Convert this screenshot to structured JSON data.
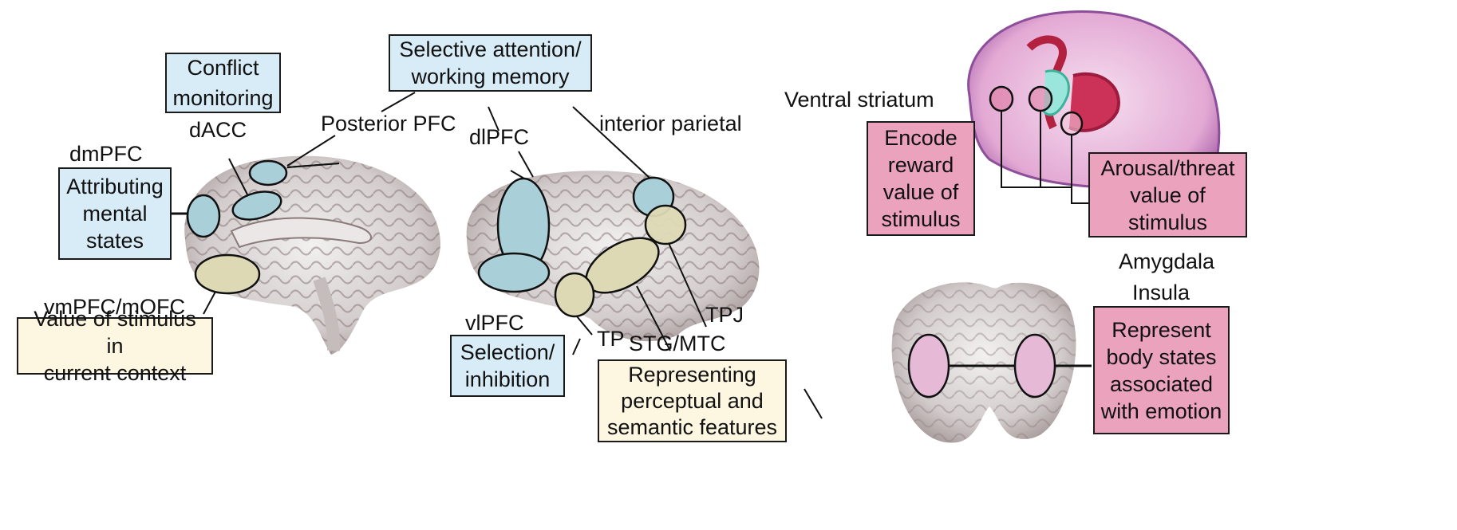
{
  "colors": {
    "cognitive_box": "#d8ecf7",
    "semantic_box": "#fdf6e1",
    "affective_box": "#eba2bd",
    "blue_region": "#a9cfd8",
    "yellow_region": "#ddd9b4",
    "pink_region": "#e6b9d6"
  },
  "medial_brain": {
    "labels": {
      "dmpfc": "dmPFC",
      "dacc": "dACC",
      "posterior_pfc": "Posterior PFC",
      "vmpfc": "vmPFC/mOFC"
    },
    "boxes": {
      "conflict": [
        "Conflict",
        "monitoring"
      ],
      "mental_states": [
        "Attributing",
        "mental",
        "states"
      ],
      "value_context": [
        "Value of stimulus in",
        "current context"
      ]
    }
  },
  "lateral_brain": {
    "labels": {
      "dlpfc": "dlPFC",
      "interior_parietal": "interior parietal",
      "vlpfc": "vlPFC",
      "tp": "TP",
      "stg": "STG/MTC",
      "tpj": "TPJ"
    },
    "boxes": {
      "attention": [
        "Selective attention/",
        "working memory"
      ],
      "selection": [
        "Selection/",
        "inhibition"
      ],
      "representing": [
        "Representing",
        "perceptual and",
        "semantic features"
      ]
    }
  },
  "subcortical": {
    "labels": {
      "ventral_striatum": "Ventral striatum",
      "amygdala": "Amygdala",
      "insula": "Insula"
    },
    "boxes": {
      "reward": [
        "Encode",
        "reward",
        "value of",
        "stimulus"
      ],
      "arousal": [
        "Arousal/threat",
        "value of",
        "stimulus"
      ],
      "body_states": [
        "Represent",
        "body states",
        "associated",
        "with emotion"
      ]
    }
  }
}
